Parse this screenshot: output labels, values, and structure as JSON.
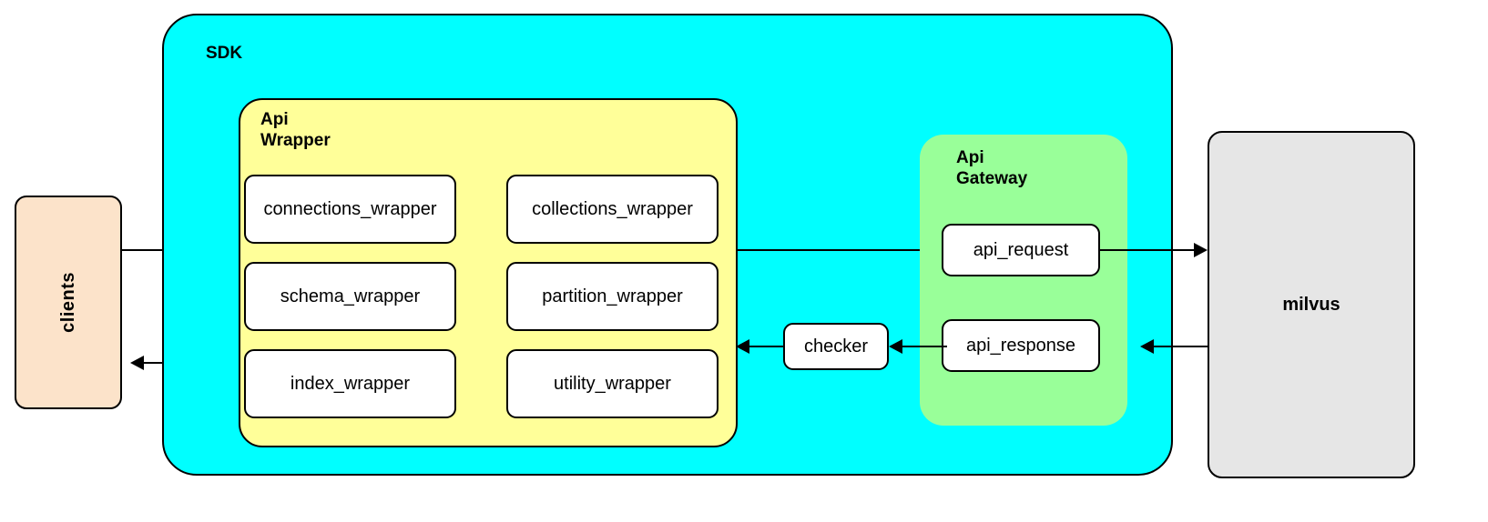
{
  "diagram": {
    "title_nodes": {
      "sdk": "SDK",
      "api_wrapper": "Api\nWrapper",
      "api_gateway": "Api\nGateway"
    },
    "clients": {
      "label": "clients",
      "fill": "#fce3ca"
    },
    "milvus": {
      "label": "milvus",
      "fill": "#e6e6e6"
    },
    "checker": {
      "label": "checker",
      "fill": "#ffffff"
    },
    "containers": {
      "sdk_fill": "#00ffff",
      "api_wrapper_fill": "#ffff99",
      "api_gateway_fill": "#99ff99",
      "stroke": "#000000"
    },
    "api_wrapper_nodes": [
      {
        "label": "connections_wrapper"
      },
      {
        "label": "collections_wrapper"
      },
      {
        "label": "schema_wrapper"
      },
      {
        "label": "partition_wrapper"
      },
      {
        "label": "index_wrapper"
      },
      {
        "label": "utility_wrapper"
      }
    ],
    "api_gateway_nodes": [
      {
        "label": "api_request"
      },
      {
        "label": "api_response"
      }
    ]
  }
}
